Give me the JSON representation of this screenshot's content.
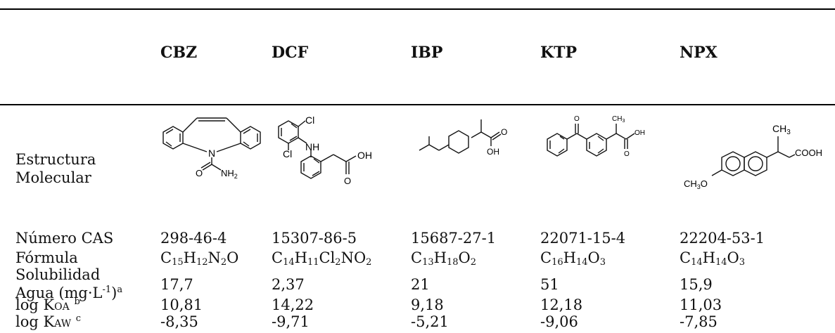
{
  "columns": [
    "CBZ",
    "DCF",
    "IBP",
    "KTP",
    "NPX"
  ],
  "row_labels": {
    "estructura_1": "Estructura",
    "estructura_2": "Molecular",
    "cas": "Número CAS",
    "formula": "Fórmula",
    "solubilidad_1": "Solubilidad",
    "solubilidad_2a": "Agua (mg·L",
    "solubilidad_exp": "-1",
    "solubilidad_2b": ")",
    "solubilidad_note": "a",
    "koa_pre": "log K",
    "koa_sub": "OA",
    "koa_note": "b",
    "kaw_pre": "log K",
    "kaw_sub": "AW",
    "kaw_note": "c"
  },
  "cas": [
    "298-46-4",
    "15307-86-5",
    "15687-27-1",
    "22071-15-4",
    "22204-53-1"
  ],
  "formula": [
    [
      {
        "t": "C"
      },
      {
        "s": "15"
      },
      {
        "t": "H"
      },
      {
        "s": "12"
      },
      {
        "t": "N"
      },
      {
        "s": "2"
      },
      {
        "t": "O"
      }
    ],
    [
      {
        "t": "C"
      },
      {
        "s": "14"
      },
      {
        "t": "H"
      },
      {
        "s": "11"
      },
      {
        "t": "Cl"
      },
      {
        "s": "2"
      },
      {
        "t": "NO"
      },
      {
        "s": "2"
      }
    ],
    [
      {
        "t": "C"
      },
      {
        "s": "13"
      },
      {
        "t": "H"
      },
      {
        "s": "18"
      },
      {
        "t": "O"
      },
      {
        "s": "2"
      }
    ],
    [
      {
        "t": "C"
      },
      {
        "s": "16"
      },
      {
        "t": "H"
      },
      {
        "s": "14"
      },
      {
        "t": "O"
      },
      {
        "s": "3"
      }
    ],
    [
      {
        "t": "C"
      },
      {
        "s": "14"
      },
      {
        "t": "H"
      },
      {
        "s": "14"
      },
      {
        "t": "O"
      },
      {
        "s": "3"
      }
    ]
  ],
  "solubilidad": [
    "17,7",
    "2,37",
    "21",
    "51",
    "15,9"
  ],
  "log_koa": [
    "10,81",
    "14,22",
    "9,18",
    "12,18",
    "11,03"
  ],
  "log_kaw": [
    "-8,35",
    "-9,71",
    "-5,21",
    "-9,06",
    "-7,85"
  ],
  "molecule_labels": {
    "cbz_n": "N",
    "cbz_o": "O",
    "cbz_nh2": "NH",
    "cbz_nh2_sub": "2",
    "dcf_cl1": "Cl",
    "dcf_cl2": "Cl",
    "dcf_nh": "NH",
    "dcf_oh": "OH",
    "dcf_o": "O",
    "ibp_o": "O",
    "ibp_oh": "OH",
    "ktp_o1": "O",
    "ktp_ch3": "CH",
    "ktp_ch3_sub": "3",
    "ktp_oh": "OH",
    "ktp_o2": "O",
    "npx_ch3": "CH",
    "npx_ch3_sub": "3",
    "npx_cooh": "COOH",
    "npx_ch3o": "CH",
    "npx_ch3o_sub": "3",
    "npx_ch3o_o": "O"
  }
}
